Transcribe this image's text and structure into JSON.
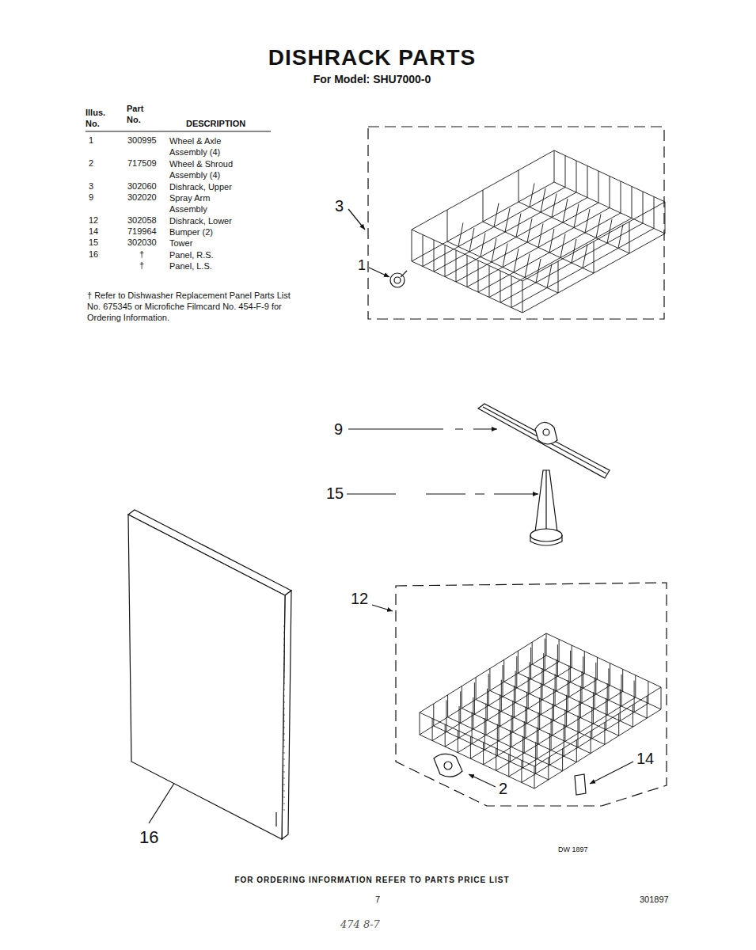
{
  "diagram": {
    "title": "DISHRACK PARTS",
    "labels": [
      "For Model: SHU7000-0",
      "Illus. No.",
      "Part No.",
      "DESCRIPTION",
      "1",
      "300995",
      "Wheel & Axle Assembly (4)",
      "2",
      "717509",
      "Wheel & Shroud Assembly (4)",
      "3",
      "302060",
      "Dishrack, Upper",
      "9",
      "302020",
      "Spray Arm Assembly",
      "12",
      "302058",
      "Dishrack, Lower",
      "14",
      "719964",
      "Bumper (2)",
      "15",
      "302030",
      "Tower",
      "16",
      "†",
      "Panel, R.S.",
      "†",
      "Panel, L.S.",
      "† Refer to Dishwasher Replacement Panel Parts List No. 675345 or Microfiche Filmcard No. 454-F-9 for Ordering Information.",
      "3",
      "1",
      "9",
      "15",
      "12",
      "2",
      "14",
      "16",
      "DW 1897",
      "FOR ORDERING INFORMATION REFER TO PARTS PRICE LIST",
      "7",
      "301897",
      "474 8-7"
    ]
  }
}
